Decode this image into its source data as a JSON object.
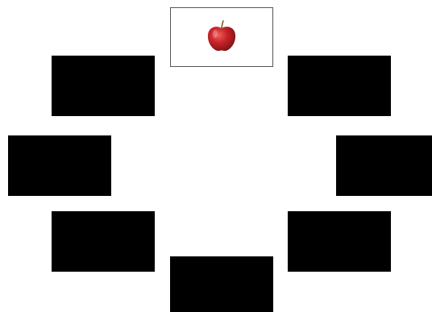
{
  "board": {
    "cards": [
      {
        "id": "top",
        "state": "revealed",
        "face": "apple-icon"
      },
      {
        "id": "up-left",
        "state": "hidden"
      },
      {
        "id": "up-right",
        "state": "hidden"
      },
      {
        "id": "mid-left",
        "state": "hidden"
      },
      {
        "id": "mid-right",
        "state": "hidden"
      },
      {
        "id": "lo-left",
        "state": "hidden"
      },
      {
        "id": "lo-right",
        "state": "hidden"
      },
      {
        "id": "bottom",
        "state": "hidden"
      }
    ],
    "colors": {
      "background": "#ffffff",
      "hidden_card": "#000000",
      "revealed_border": "#555555",
      "apple_red": "#c8242a",
      "apple_stem": "#7a5a2a"
    }
  }
}
